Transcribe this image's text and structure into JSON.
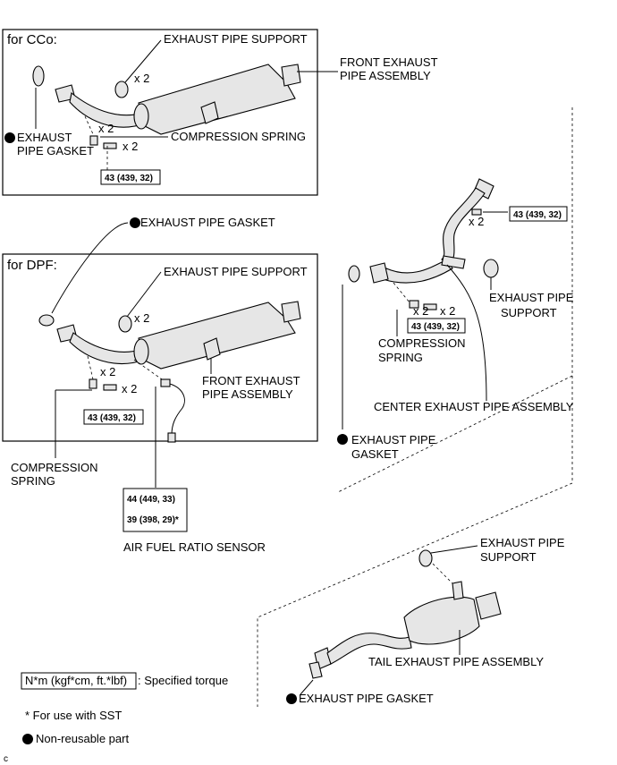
{
  "sections": {
    "cco_title": "for CCo:",
    "dpf_title": "for DPF:"
  },
  "labels": {
    "cco_exhaust_pipe_support": "EXHAUST PIPE SUPPORT",
    "cco_front_exhaust_1": "FRONT EXHAUST",
    "cco_front_exhaust_2": "PIPE ASSEMBLY",
    "cco_compression_spring": "COMPRESSION SPRING",
    "cco_gasket_1": "EXHAUST",
    "cco_gasket_2": "PIPE GASKET",
    "dpf_gasket": "EXHAUST PIPE GASKET",
    "dpf_exhaust_pipe_support": "EXHAUST PIPE SUPPORT",
    "dpf_front_exhaust_1": "FRONT EXHAUST",
    "dpf_front_exhaust_2": "PIPE ASSEMBLY",
    "dpf_compression_1": "COMPRESSION",
    "dpf_compression_2": "SPRING",
    "air_fuel_ratio_sensor": "AIR FUEL RATIO SENSOR",
    "center_support_1": "EXHAUST PIPE",
    "center_support_2": "SUPPORT",
    "center_compression_1": "COMPRESSION",
    "center_compression_2": "SPRING",
    "center_exhaust_pipe_assembly": "CENTER EXHAUST PIPE ASSEMBLY",
    "center_gasket_1": "EXHAUST PIPE",
    "center_gasket_2": "GASKET",
    "tail_support_1": "EXHAUST PIPE",
    "tail_support_2": "SUPPORT",
    "tail_exhaust_pipe_assembly": "TAIL EXHAUST PIPE ASSEMBLY",
    "tail_gasket": "EXHAUST PIPE GASKET"
  },
  "quantities": {
    "x2": "x 2"
  },
  "torques": {
    "cco_bolt": "43 (439, 32)",
    "dpf_bolt": "43 (439, 32)",
    "center_top": "43 (439, 32)",
    "center_bottom": "43 (439, 32)",
    "sensor_1": "44 (449, 33)",
    "sensor_2": "39 (398, 29)*"
  },
  "legend": {
    "torque_unit": "N*m (kgf*cm, ft.*lbf)",
    "torque_text": ": Specified torque",
    "sst_note": "* For use with SST",
    "non_reusable": "Non-reusable part",
    "corner_mark": "c"
  }
}
